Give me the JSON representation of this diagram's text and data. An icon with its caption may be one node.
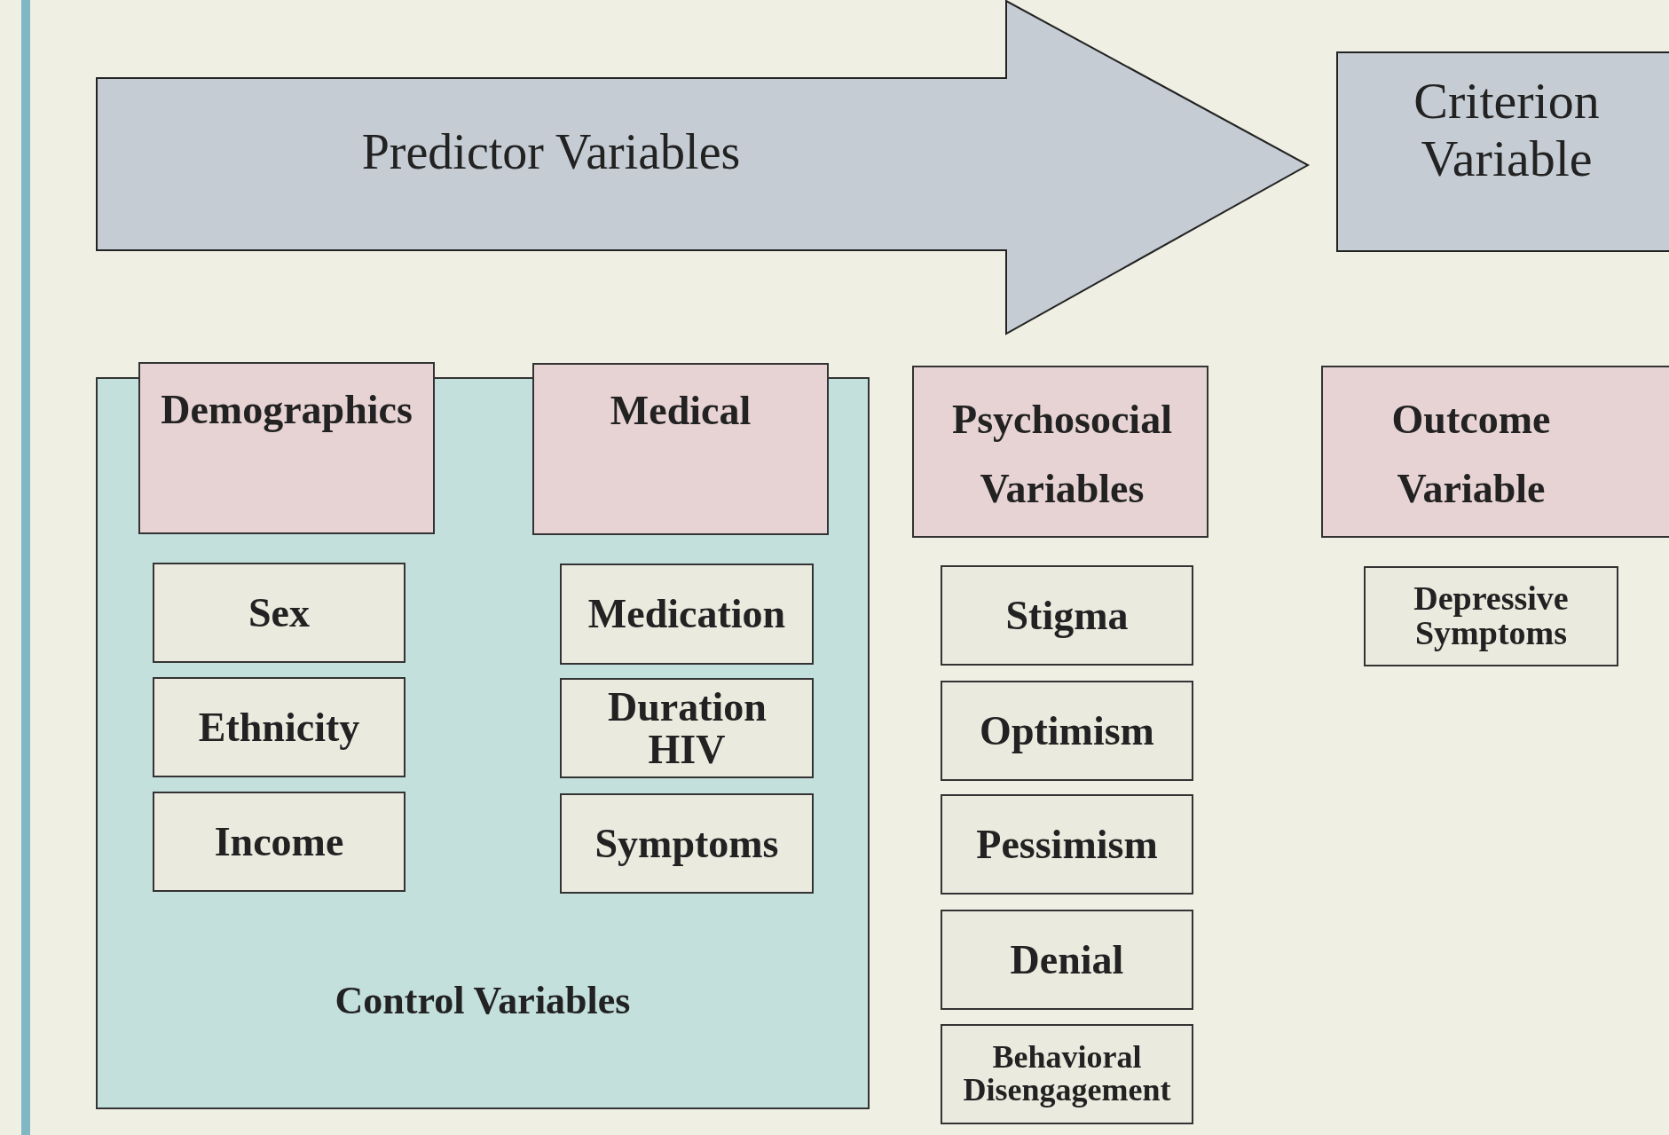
{
  "diagram": {
    "nodes": [
      {
        "text": [
          "Predictor Variables"
        ]
      },
      {
        "text": [
          "Criterion Variable"
        ]
      },
      {
        "text": [
          "Control Variables"
        ]
      },
      {
        "text": [
          "Demographics"
        ]
      },
      {
        "text": [
          "Medical"
        ]
      },
      {
        "text": [
          "Psychosocial Variables"
        ]
      },
      {
        "text": [
          "Outcome Variable"
        ]
      },
      {
        "text": [
          "Sex"
        ],
        "in": 2
      },
      {
        "text": [
          "Medication"
        ],
        "in": 2
      },
      {
        "text": [
          "Stigma"
        ]
      },
      {
        "text": [
          "Depressive Symptoms"
        ]
      },
      {
        "text": [
          "Ethnicity"
        ],
        "in": 2
      },
      {
        "text": [
          "Duration HIV"
        ],
        "in": 2
      },
      {
        "text": [
          "Optimism"
        ]
      },
      {
        "text": [
          "Income"
        ],
        "in": 2
      },
      {
        "text": [
          "Symptoms"
        ],
        "in": 2
      },
      {
        "text": [
          "Pessimism"
        ]
      },
      {
        "text": [
          "Denial"
        ]
      },
      {
        "text": [
          "Behavioral Disengagement"
        ]
      }
    ]
  }
}
